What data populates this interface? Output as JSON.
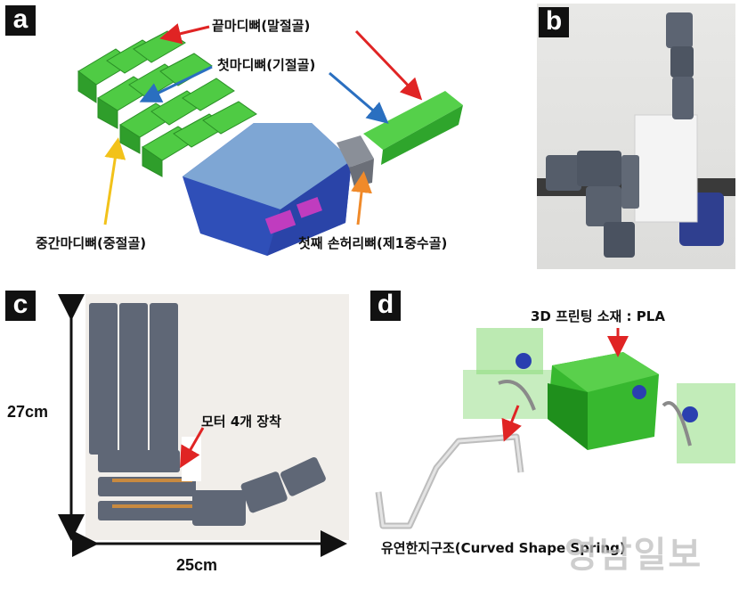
{
  "panels": {
    "a": {
      "label": "a",
      "distal_phalanx": "끝마디뼈(말절골)",
      "proximal_phalanx": "첫마디뼈(기절골)",
      "middle_phalanx": "중간마디뼈(중절골)",
      "first_metacarpal": "첫째 손허리뼈(제1중수골)"
    },
    "b": {
      "label": "b"
    },
    "c": {
      "label": "c",
      "height_dim": "27cm",
      "width_dim": "25cm",
      "motor_note": "모터 4개 장착"
    },
    "d": {
      "label": "d",
      "material": "3D 프린팅 소재 : PLA",
      "spring_caption": "유연한지구조(Curved Shape Spring)"
    }
  },
  "watermark": "영남일보",
  "colors": {
    "arrow_red": "#e02424",
    "arrow_blue": "#2a6fc0",
    "arrow_yellow": "#f2c21a",
    "arrow_orange": "#f08a2a",
    "finger_green": "#3fc03a",
    "palm_blue": "#6f98c8"
  }
}
